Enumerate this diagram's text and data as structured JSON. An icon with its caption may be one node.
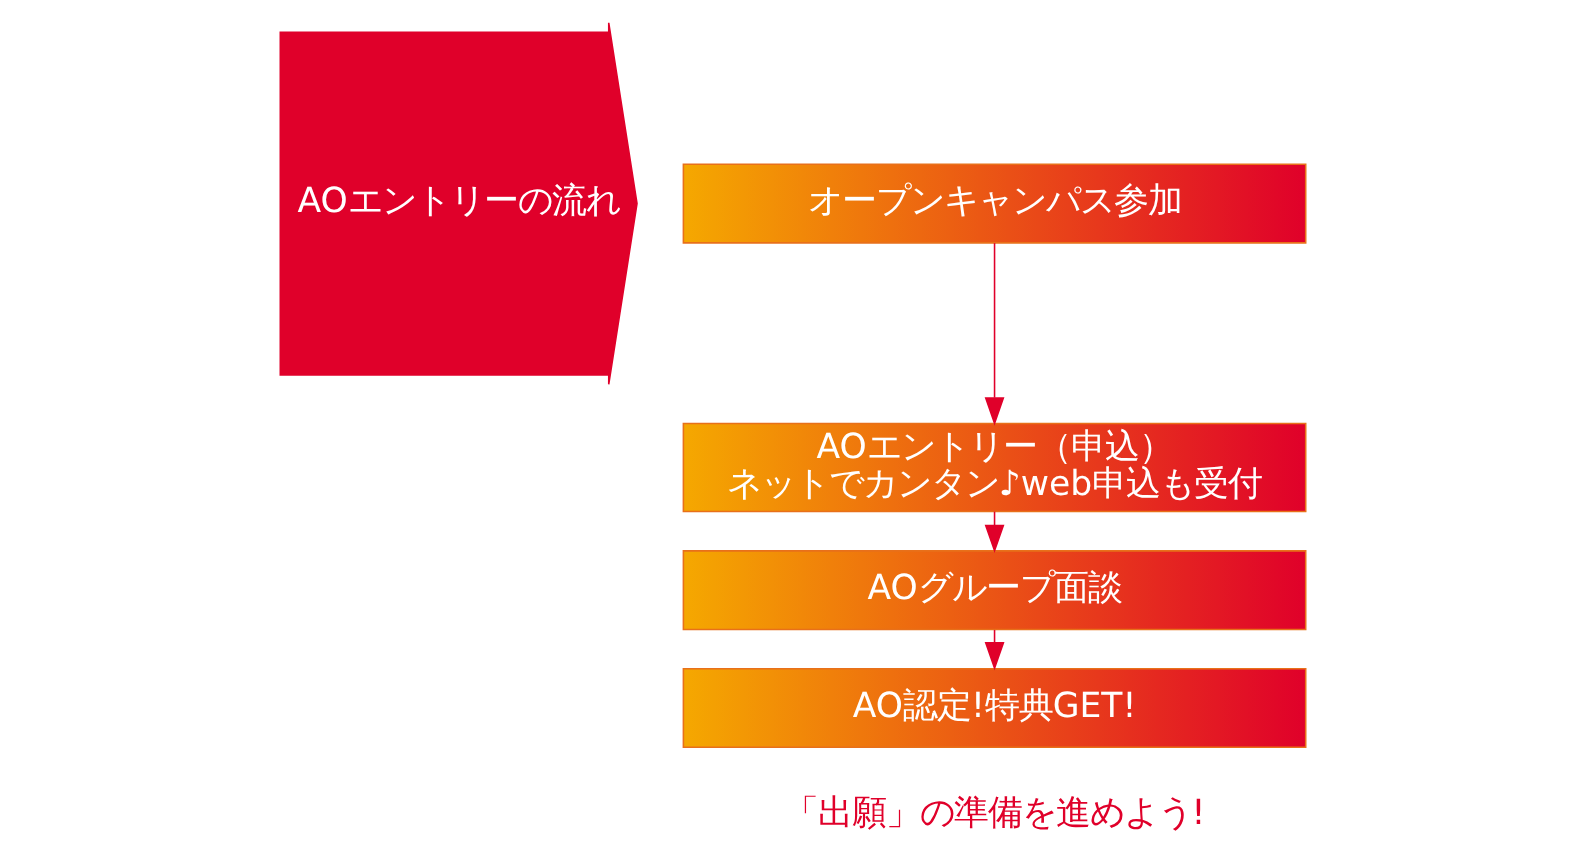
{
  "diagram": {
    "nodes": [
      {
        "text": [
          "AOエントリーの流れ"
        ]
      },
      {
        "text": [
          "オープンキャンパス参加"
        ]
      },
      {
        "text": [
          "AOエントリー（申込）",
          "ネットでカンタン♪web申込も受付"
        ]
      },
      {
        "text": [
          "AOグループ面談"
        ]
      },
      {
        "text": [
          "AO認定!特典GET!"
        ]
      }
    ],
    "edges": [
      {
        "from": 1,
        "to": 2,
        "arrow": "to"
      },
      {
        "from": 2,
        "to": 3,
        "arrow": "to"
      },
      {
        "from": 3,
        "to": 4,
        "arrow": "to"
      }
    ],
    "labels": [
      "「出願」の準備を進めよう!"
    ]
  }
}
